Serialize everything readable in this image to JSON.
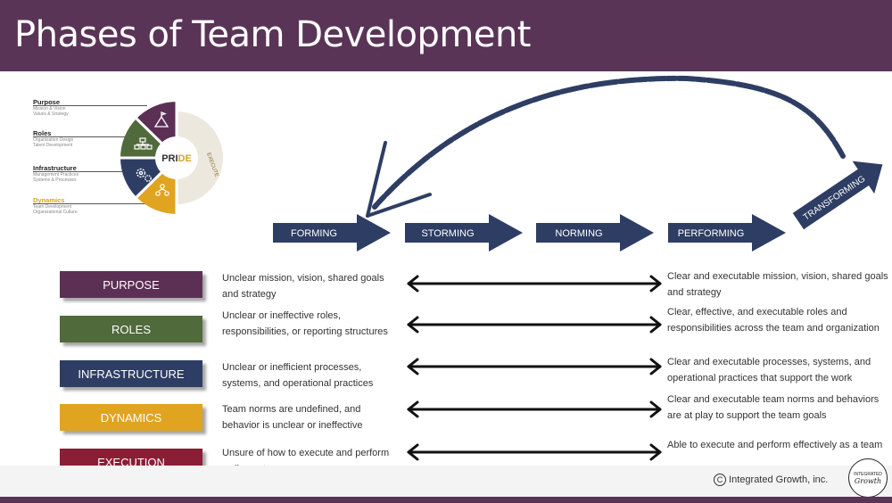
{
  "header": {
    "title": "Phases of Team Development"
  },
  "pride_legend": [
    {
      "title": "Purpose",
      "sub": [
        "Mission & Vision",
        "Values & Strategy"
      ]
    },
    {
      "title": "Roles",
      "sub": [
        "Organization Design",
        "Talent Development"
      ]
    },
    {
      "title": "Infrastructure",
      "sub": [
        "Management Practices",
        "Systems & Processes"
      ]
    },
    {
      "title": "Dynamics",
      "sub": [
        "Team Development",
        "Organizational Culture"
      ]
    }
  ],
  "pride_wheel": {
    "center_prefix": "PRI",
    "center_suffix": "DE",
    "ring_label": "EXECUTE"
  },
  "phases": [
    "FORMING",
    "STORMING",
    "NORMING",
    "PERFORMING",
    "TRANSFORMING"
  ],
  "rows": [
    {
      "label": "PURPOSE",
      "color": "#5c2f55",
      "left": "Unclear mission, vision, shared goals and strategy",
      "right": "Clear and executable mission, vision, shared goals and strategy"
    },
    {
      "label": "ROLES",
      "color": "#506a3c",
      "left": "Unclear or ineffective roles, responsibilities, or reporting structures",
      "right": "Clear, effective, and executable roles and responsibilities across the team and organization"
    },
    {
      "label": "INFRASTRUCTURE",
      "color": "#2e3d63",
      "left": "Unclear or inefficient processes, systems, and operational practices",
      "right": "Clear and executable processes, systems, and operational practices that support the work"
    },
    {
      "label": "DYNAMICS",
      "color": "#e0a421",
      "left": "Team norms are undefined, and behavior is unclear or ineffective",
      "right": "Clear and executable team norms and behaviors are at play to support the team goals"
    },
    {
      "label": "EXECUTION",
      "color": "#8a1e35",
      "left": "Unsure of how to execute and perform well as a team",
      "right": "Able to execute and perform effectively as a team"
    }
  ],
  "footer": {
    "copyright": "Integrated Growth, inc.",
    "stamp_top": "INTEGRATED",
    "stamp_bottom": "Growth"
  },
  "colors": {
    "header": "#5a3457",
    "navy": "#2e3d63",
    "arrow": "#111111",
    "legend_dynamics": "#d9a321"
  }
}
